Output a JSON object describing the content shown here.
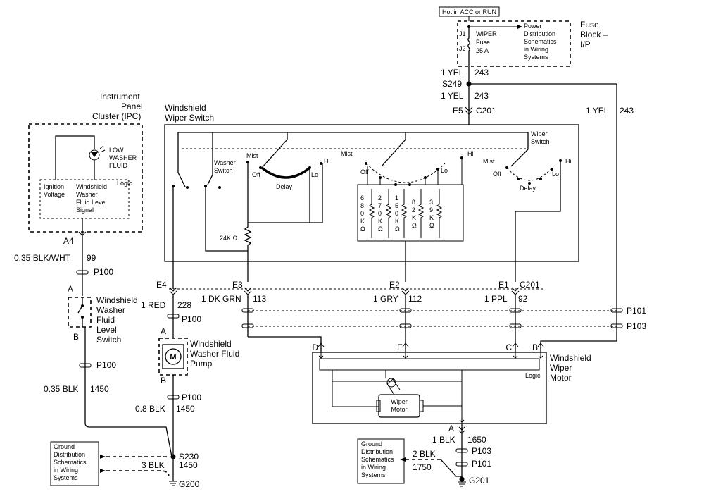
{
  "fuse_block": {
    "hot_label": "Hot in ACC or RUN",
    "j1": "J1",
    "j2": "J2",
    "fuse_name": "WIPER",
    "fuse_word": "Fuse",
    "fuse_rating": "25 A",
    "pd_ref": [
      "Power",
      "Distribution",
      "Schematics",
      "in Wiring",
      "Systems"
    ],
    "title": [
      "Fuse",
      "Block –",
      "I/P"
    ]
  },
  "feed": {
    "w1_gauge": "1 YEL",
    "w1_circuit": "243",
    "splice": "S249",
    "w2_gauge": "1 YEL",
    "w2_circuit": "243",
    "e5": "E5",
    "c201": "C201",
    "right_gauge": "1 YEL",
    "right_circuit": "243"
  },
  "ipc": {
    "title": [
      "Instrument",
      "Panel",
      "Cluster (IPC)"
    ],
    "low_fluid": [
      "LOW",
      "WASHER",
      "FLUID"
    ],
    "logic": "Logic",
    "ign_voltage": [
      "Ignition",
      "Voltage"
    ],
    "signal": [
      "Windshield",
      "Washer",
      "Fluid Level",
      "Signal"
    ],
    "a4": "A4",
    "wire_gauge": "0.35 BLK/WHT",
    "wire_circuit": "99",
    "p100": "P100",
    "pin_a": "A",
    "pin_b": "B"
  },
  "level_switch": {
    "title": [
      "Windshield",
      "Washer",
      "Fluid",
      "Level",
      "Switch"
    ],
    "p100": "P100",
    "wire_gauge": "0.35 BLK",
    "wire_circuit": "1450"
  },
  "wiper_switch": {
    "title": [
      "Windshield",
      "Wiper Switch"
    ],
    "washer_switch": [
      "Washer",
      "Switch"
    ],
    "wiper_switch": [
      "Wiper",
      "Switch"
    ],
    "mist": "Mist",
    "off": "Off",
    "hi": "Hi",
    "lo": "Lo",
    "delay": "Delay",
    "res_24k": "24K Ω",
    "resistors": [
      [
        "6",
        "8",
        "0",
        "K",
        "Ω"
      ],
      [
        "2",
        "7",
        "0",
        "K",
        "Ω"
      ],
      [
        "1",
        "5",
        "0",
        "K",
        "Ω"
      ],
      [
        "8",
        "2",
        "K",
        "Ω"
      ],
      [
        "3",
        "9",
        "K",
        "Ω"
      ]
    ]
  },
  "connectors": {
    "e4": "E4",
    "e3": "E3",
    "e2": "E2",
    "e1": "E1",
    "c201": "C201",
    "red_gauge": "1 RED",
    "red_circuit": "228",
    "dkgrn_gauge": "1 DK GRN",
    "dkgrn_circuit": "113",
    "gry_gauge": "1 GRY",
    "gry_circuit": "112",
    "ppl_gauge": "1 PPL",
    "ppl_circuit": "92",
    "p101": "P101",
    "p103": "P103"
  },
  "pump": {
    "title": [
      "Windshield",
      "Washer Fluid",
      "Pump"
    ],
    "p100_top": "P100",
    "pin_a": "A",
    "pin_b": "B",
    "motor_glyph": "M",
    "p100_bottom": "P100",
    "wire_gauge": "0.8 BLK",
    "wire_circuit": "1450"
  },
  "motor": {
    "title": [
      "Windshield",
      "Wiper",
      "Motor"
    ],
    "pin_d": "D",
    "pin_e": "E",
    "pin_c": "C",
    "pin_b": "B",
    "logic": "Logic",
    "inner": [
      "Wiper",
      "Motor"
    ],
    "pin_a": "A",
    "gnd_gauge": "1 BLK",
    "gnd_circuit": "1650",
    "p103": "P103",
    "p101": "P101",
    "gnd2_gauge": "2 BLK",
    "gnd2_circuit": "1750",
    "g201": "G201"
  },
  "ground_left": {
    "ref": [
      "Ground",
      "Distribution",
      "Schematics",
      "in Wiring",
      "Systems"
    ],
    "splice": "S230",
    "wire_gauge": "3 BLK",
    "wire_circuit": "1450",
    "ground": "G200"
  },
  "ground_right": {
    "ref": [
      "Ground",
      "Distribution",
      "Schematics",
      "in Wiring",
      "Systems"
    ]
  }
}
